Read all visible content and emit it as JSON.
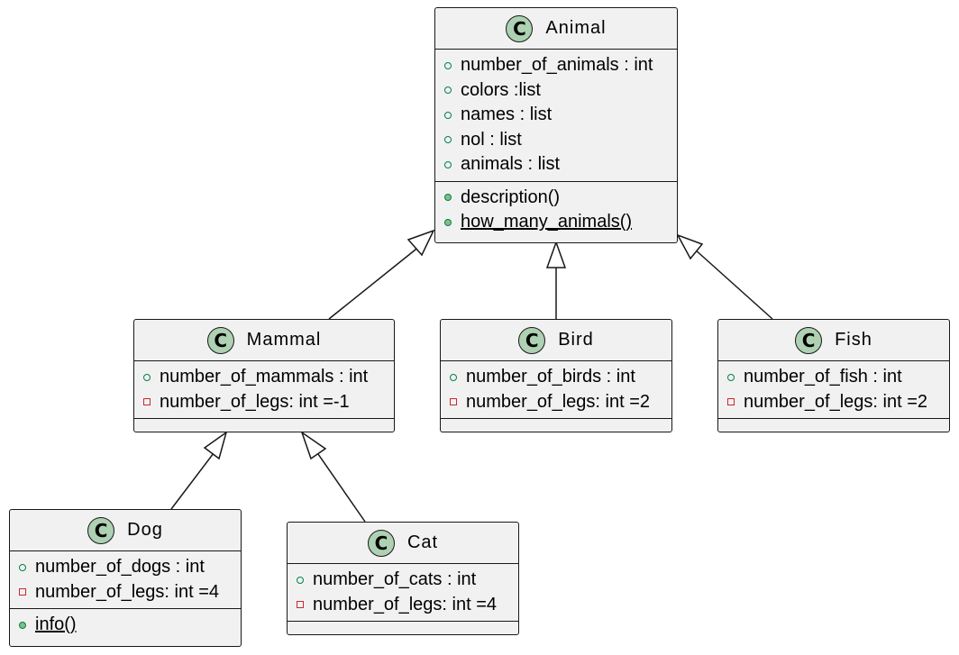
{
  "classes": {
    "animal": {
      "badge": "C",
      "name": "Animal",
      "attributes": [
        "number_of_animals : int",
        "colors :list",
        "names : list",
        "nol : list",
        "animals : list"
      ],
      "methods": [
        "description()",
        "how_many_animals()"
      ]
    },
    "mammal": {
      "badge": "C",
      "name": "Mammal",
      "attributes": [
        "number_of_mammals : int",
        "number_of_legs: int =-1"
      ]
    },
    "bird": {
      "badge": "C",
      "name": "Bird",
      "attributes": [
        "number_of_birds : int",
        "number_of_legs: int =2"
      ]
    },
    "fish": {
      "badge": "C",
      "name": "Fish",
      "attributes": [
        "number_of_fish : int",
        "number_of_legs: int =2"
      ]
    },
    "dog": {
      "badge": "C",
      "name": "Dog",
      "attributes": [
        "number_of_dogs : int",
        "number_of_legs: int =4"
      ],
      "methods": [
        "info()"
      ]
    },
    "cat": {
      "badge": "C",
      "name": "Cat",
      "attributes": [
        "number_of_cats : int",
        "number_of_legs: int =4"
      ]
    }
  },
  "inheritance": [
    {
      "child": "Mammal",
      "parent": "Animal"
    },
    {
      "child": "Bird",
      "parent": "Animal"
    },
    {
      "child": "Fish",
      "parent": "Animal"
    },
    {
      "child": "Dog",
      "parent": "Mammal"
    },
    {
      "child": "Cat",
      "parent": "Mammal"
    }
  ]
}
